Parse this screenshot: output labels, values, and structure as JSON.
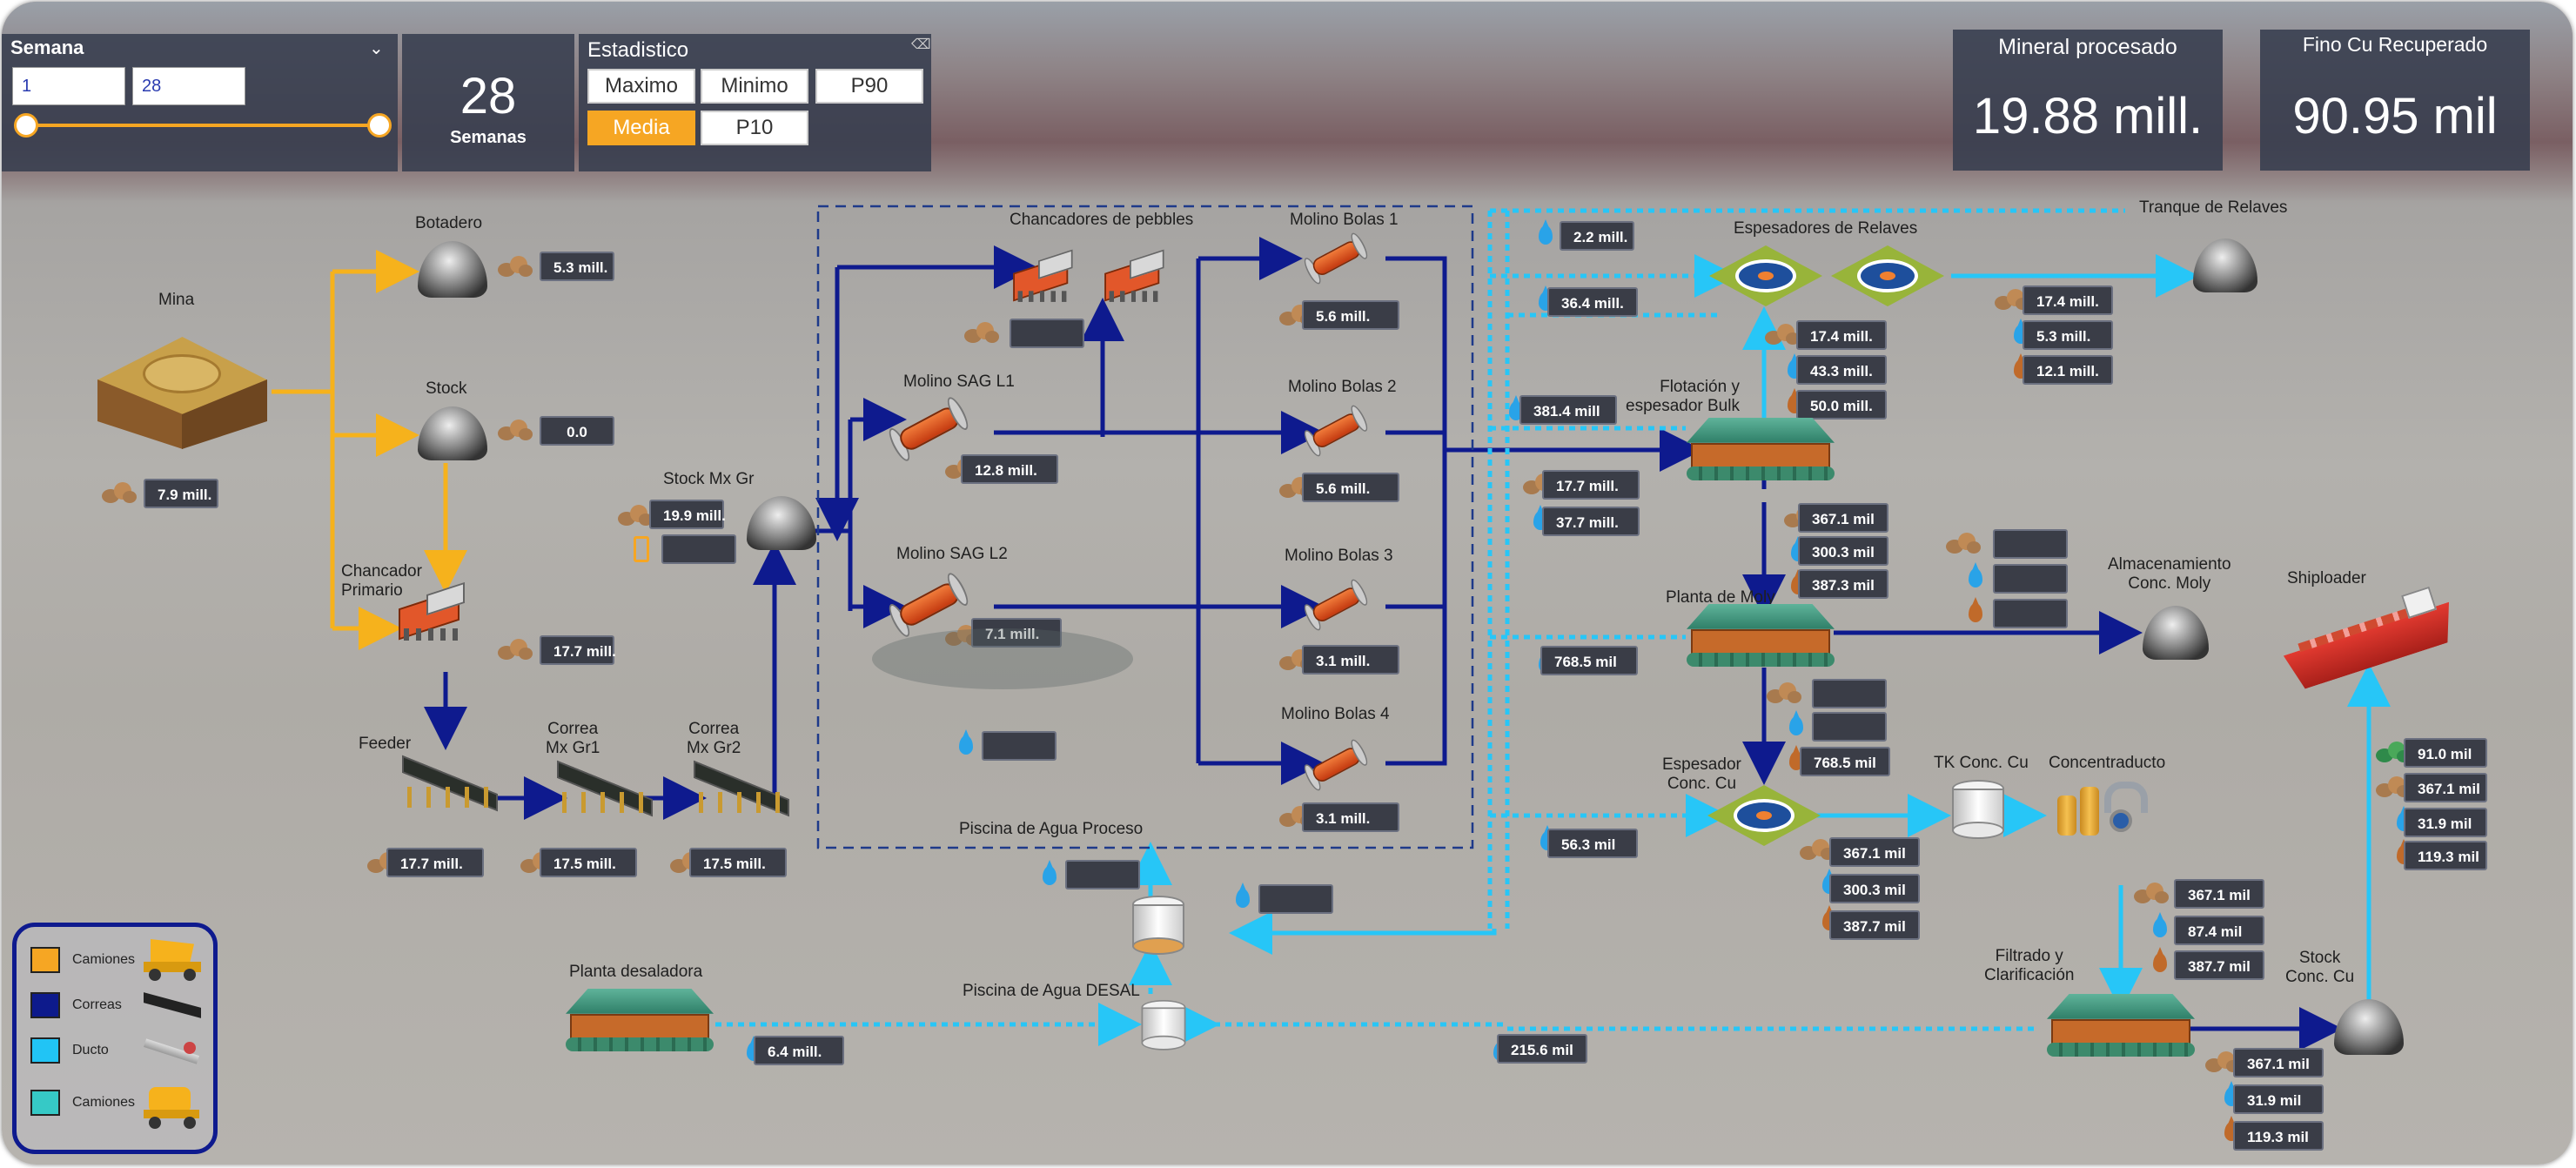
{
  "filter": {
    "semana_title": "Semana",
    "semana_from": "1",
    "semana_to": "28",
    "weeks_count": "28",
    "weeks_label": "Semanas",
    "estadistico_title": "Estadistico",
    "stats_buttons": [
      "Maximo",
      "Minimo",
      "P90",
      "Media",
      "P10"
    ],
    "stats_selected": "Media",
    "slider_range_fraction": [
      0.0,
      1.0
    ]
  },
  "kpis": [
    {
      "title": "Mineral procesado",
      "value": "19.88 mill."
    },
    {
      "title": "Fino Cu Recuperado",
      "value": "90.95 mil"
    }
  ],
  "labels": {
    "botadero": "Botadero",
    "mina": "Mina",
    "stock": "Stock",
    "chancador_primario": "Chancador\nPrimario",
    "stock_mx_gr": "Stock Mx Gr",
    "feeder": "Feeder",
    "correa_gr1": "Correa\nMx Gr1",
    "correa_gr2": "Correa\nMx Gr2",
    "chancadores_pebbles": "Chancadores de pebbles",
    "molino_sag_l1": "Molino SAG L1",
    "molino_sag_l2": "Molino SAG L2",
    "molino_bolas_1": "Molino  Bolas 1",
    "molino_bolas_2": "Molino  Bolas 2",
    "molino_bolas_3": "Molino  Bolas 3",
    "molino_bolas_4": "Molino  Bolas 4",
    "piscina_proceso": "Piscina de Agua Proceso",
    "piscina_desal": "Piscina de Agua DESAL",
    "planta_desaladora": "Planta desaladora",
    "tranque": "Tranque de Relaves",
    "espesadores_relaves": "Espesadores de Relaves",
    "flotacion": "Flotación y\nespesador Bulk",
    "planta_moly": "Planta de Moly",
    "almacenamiento_moly": "Almacenamiento\nConc. Moly",
    "shiploader": "Shiploader",
    "espesador_cu": "Espesador\nConc. Cu",
    "tk_conc_cu": "TK Conc. Cu",
    "concentraducto": "Concentraducto",
    "filtrado": "Filtrado y\nClarificación",
    "stock_conc_cu": "Stock\nConc. Cu"
  },
  "values": {
    "botadero": "5.3 mill.",
    "stock": "0.0",
    "mina": "7.9 mill.",
    "stock_mx_gr": "19.9 mill.",
    "chancador": "17.7 mill.",
    "feeder": "17.7 mill.",
    "correa_gr1": "17.5 mill.",
    "correa_gr2": "17.5 mill.",
    "sag_l1": "12.8 mill.",
    "sag_l2": "7.1 mill.",
    "bolas_1": "5.6 mill.",
    "bolas_2": "5.6 mill.",
    "bolas_3": "3.1 mill.",
    "bolas_4": "3.1 mill.",
    "agua_2_2": "2.2 mill.",
    "agua_36_4": "36.4 mill.",
    "agua_381_4": "381.4 mill",
    "flot_in_ore": "17.7 mill.",
    "flot_in_water": "37.7 mill.",
    "relaves_in_ore": "17.4 mill.",
    "relaves_in_water": "43.3 mill.",
    "relaves_in_cu": "50.0 mill.",
    "tranque_ore": "17.4 mill.",
    "tranque_water": "5.3 mill.",
    "tranque_cu": "12.1 mill.",
    "moly_in_ore": "367.1 mil",
    "moly_in_water": "300.3 mil",
    "moly_in_cu": "387.3 mil",
    "agua_768_5": "768.5 mil",
    "esp_cu_in": "768.5 mil",
    "agua_56_3": "56.3 mil",
    "esp_out_ore": "367.1 mil",
    "esp_out_water": "300.3 mil",
    "esp_out_cu": "387.7 mil",
    "filt_in_ore": "367.1 mil",
    "filt_in_water": "87.4 mil",
    "filt_in_cu": "387.7 mil",
    "filt_out_ore": "367.1 mil",
    "filt_out_water": "31.9 mil",
    "filt_out_cu": "119.3 mil",
    "ship_green": "91.0 mil",
    "ship_ore": "367.1 mil",
    "ship_water": "31.9 mil",
    "ship_cu": "119.3 mil",
    "desal_out": "6.4 mill.",
    "agua_215_6": "215.6 mil"
  },
  "legend": [
    {
      "label": "Camiones",
      "color": "#f6a623"
    },
    {
      "label": "Correas",
      "color": "#0d1a8c"
    },
    {
      "label": "Ducto",
      "color": "#21c4f5"
    },
    {
      "label": "Camiones",
      "color": "#36c9c6"
    }
  ],
  "colors": {
    "trucks": "#f6b21c",
    "belts": "#0e1a8e",
    "duct": "#27c6f7"
  }
}
